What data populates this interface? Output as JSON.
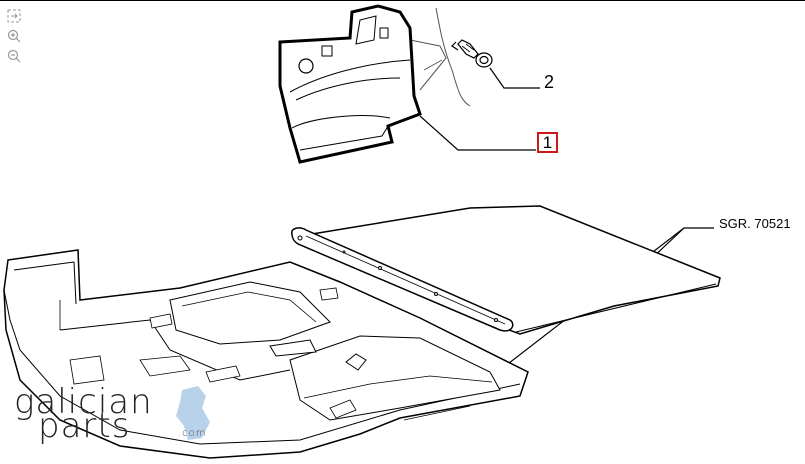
{
  "viewer": {
    "tools": [
      {
        "name": "fit-screen-icon"
      },
      {
        "name": "zoom-in-icon"
      },
      {
        "name": "zoom-out-icon"
      }
    ]
  },
  "callouts": {
    "part_1": "1",
    "part_2": "2",
    "reference": "SGR. 70521"
  },
  "watermark": {
    "line1": "galician",
    "line2": "parts",
    "domain": ".com",
    "accent_color": "#b9d2ec"
  }
}
